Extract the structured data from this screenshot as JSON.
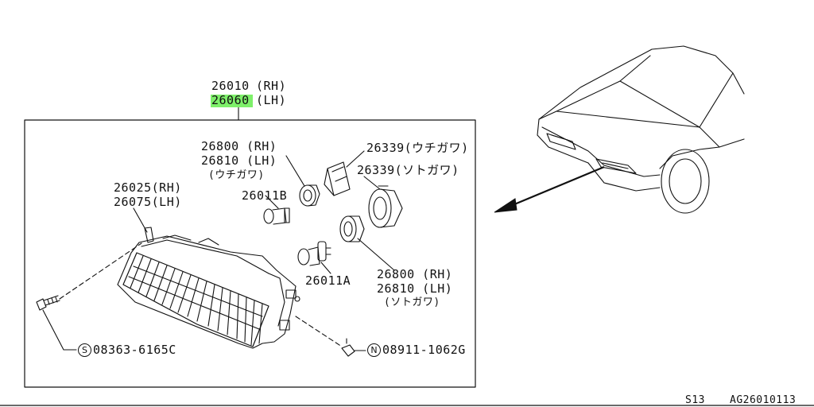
{
  "main_part": {
    "rh_number": "26010",
    "rh_side": "(RH)",
    "lh_number": "26060",
    "lh_side": "(LH)",
    "highlight_color": "#7ef06a"
  },
  "callouts": {
    "bulb_base_inner_rh": "26800 (RH)",
    "bulb_base_inner_lh": "26810 (LH)",
    "bulb_base_inner_note": "(ウチガワ)",
    "cap_inner": "26339(ウチガワ)",
    "cap_outer": "26339(ソトガワ)",
    "bulb_b": "26011B",
    "housing_rh": "26025(RH)",
    "housing_lh": "26075(LH)",
    "bulb_a": "26011A",
    "bulb_base_outer_rh": "26800 (RH)",
    "bulb_base_outer_lh": "26810 (LH)",
    "bulb_base_outer_note": "(ソトガワ)"
  },
  "fasteners": {
    "screw_symbol": "S",
    "screw_number": "08363-6165C",
    "nut_symbol": "N",
    "nut_number": "08911-1062G"
  },
  "footer": {
    "model_code": "S13",
    "figure_code": "AG26010113"
  }
}
